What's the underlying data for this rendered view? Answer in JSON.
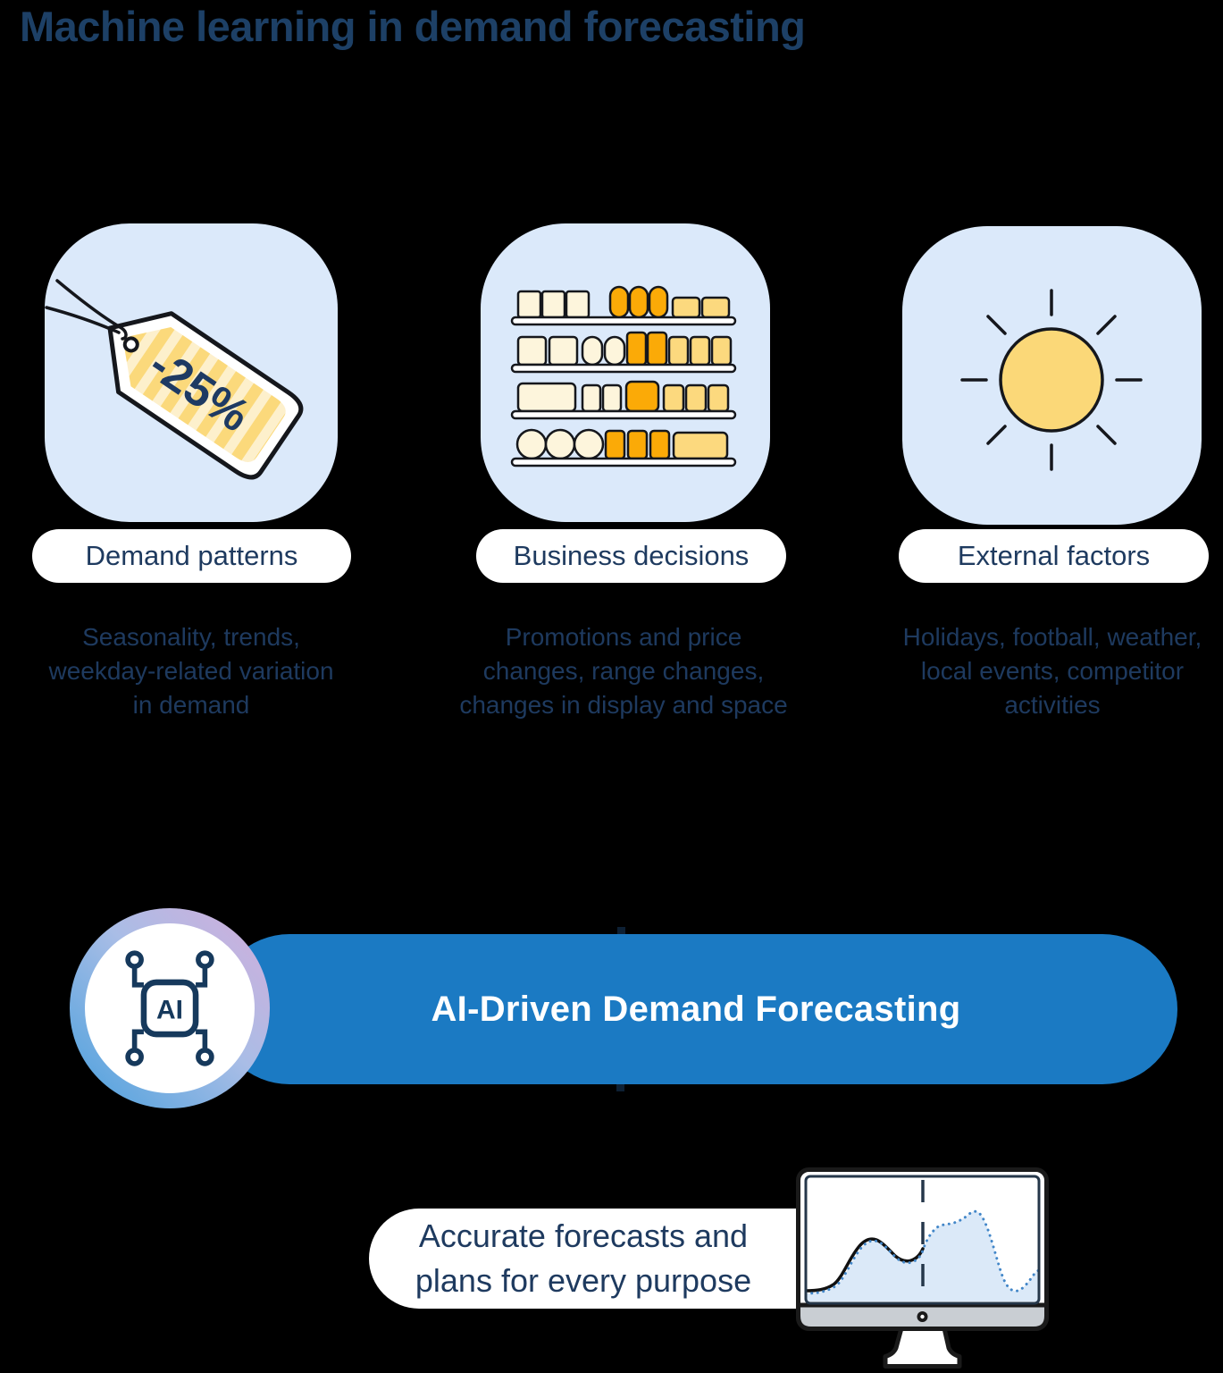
{
  "title": "Machine learning in demand forecasting",
  "cards": [
    {
      "label": "Demand patterns",
      "icon": "price-tag-icon",
      "tag_text": "-25%",
      "description_lines": [
        "Seasonality, trends,",
        "weekday-related variation",
        "in demand"
      ]
    },
    {
      "label": "Business decisions",
      "icon": "store-shelf-icon",
      "description_lines": [
        "Promotions and price",
        "changes, range changes,",
        "changes in display and space"
      ]
    },
    {
      "label": "External factors",
      "icon": "sun-icon",
      "description_lines": [
        "Holidays, football, weather,",
        "local events, competitor",
        "activities"
      ]
    }
  ],
  "banner": {
    "label": "AI-Driven Demand Forecasting",
    "chip_text": "AI",
    "color": "#1b7ac3"
  },
  "result": {
    "lines": [
      "Accurate forecasts and",
      "plans for every purpose"
    ],
    "icon": "monitor-forecast-chart-icon"
  },
  "colors": {
    "background": "#000000",
    "title_navy": "#1d4066",
    "body_navy": "#1e3a5f",
    "card_bg": "#dbe9fa",
    "pill_bg": "#ffffff",
    "banner_blue": "#1b7ac3",
    "cream": "#fdf5dc",
    "light_yellow": "#fcd97e",
    "orange": "#fbaa07",
    "sun_yellow": "#fbd878",
    "outline_dark": "#15171c",
    "chip_navy": "#16395c",
    "forecast_blue": "#4286c8",
    "chart_fill": "#dbe9f8",
    "ring_gradient_start": "#57a4de",
    "ring_gradient_end": "#ccb0dd"
  }
}
